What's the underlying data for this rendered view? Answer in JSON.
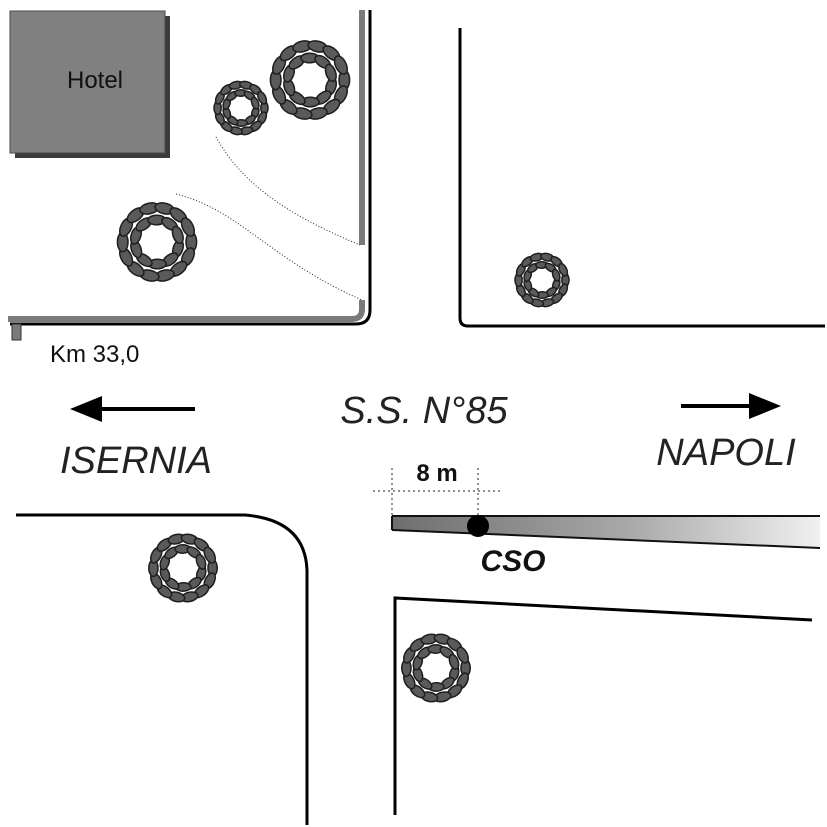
{
  "map": {
    "building_label": "Hotel",
    "km_marker": "Km 33,0",
    "road_name": "S.S. N°85",
    "direction_west": "ISERNIA",
    "direction_east": "NAPOLI",
    "distance_label": "8 m",
    "station_label": "CSO"
  },
  "colors": {
    "building_fill": "#808080",
    "building_shadow": "#3c3c3c",
    "curb": "#7a7a7a",
    "tree_fill": "#5a5a5a",
    "tree_stroke": "#1e1e1e",
    "station_marker": "#000000"
  },
  "icons": {
    "tree": "tree-canopy-icon",
    "arrow_west": "arrow-left-icon",
    "arrow_east": "arrow-right-icon",
    "station": "station-dot-icon"
  }
}
